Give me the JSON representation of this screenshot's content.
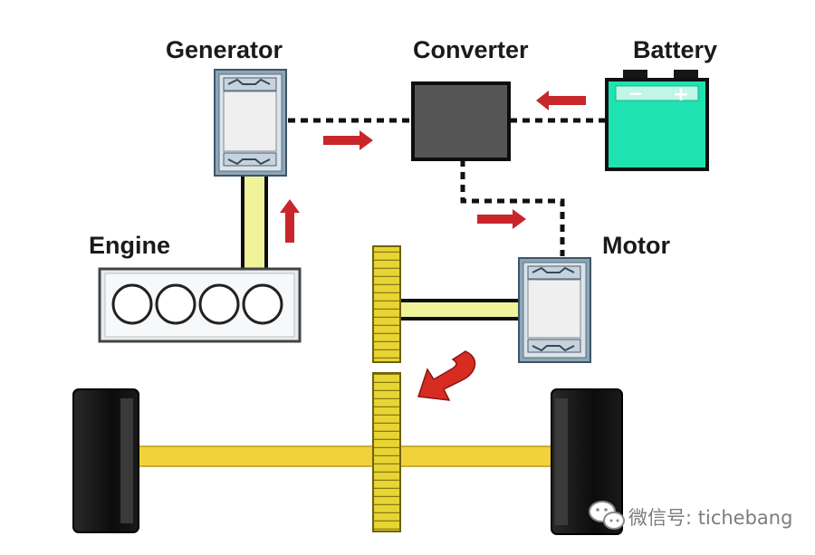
{
  "labels": {
    "generator": "Generator",
    "converter": "Converter",
    "battery": "Battery",
    "engine": "Engine",
    "motor": "Motor"
  },
  "battery_terminals": {
    "negative": "−",
    "positive": "+"
  },
  "watermark": {
    "text": "微信号: tichebang",
    "icon": "wechat-logo-icon"
  },
  "icons": {
    "flow_arrow": "arrow-icon",
    "rotation_arrow": "curved-arrow-icon"
  },
  "colors": {
    "battery_fill": "#1ee3b0",
    "converter_fill": "#555555",
    "flow_arrow": "#c8262b",
    "shaft": "#f2d23b",
    "gear": "#e8d435",
    "power_link": "#f0f39a",
    "wire": "#111111"
  }
}
